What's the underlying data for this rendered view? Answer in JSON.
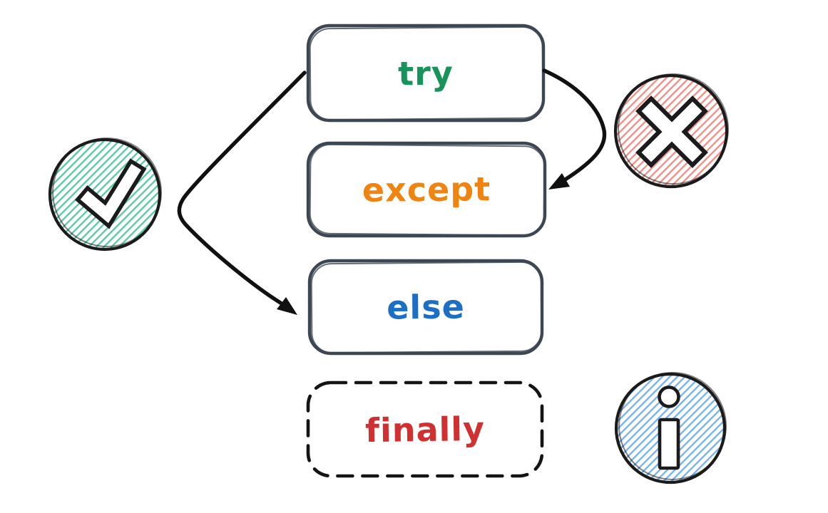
{
  "diagram": {
    "background": "#ffffff",
    "box_stroke_color": "#3d4754",
    "dash_color": "#141414",
    "arrow_color": "#111111",
    "icon_outline_color": "#1b1b1b",
    "glyph_color": "#ffffff",
    "boxes": [
      {
        "label": "try",
        "color": "#18935c",
        "border": "solid"
      },
      {
        "label": "except",
        "color": "#ef8410",
        "border": "solid"
      },
      {
        "label": "else",
        "color": "#1c6fc4",
        "border": "solid"
      },
      {
        "label": "finally",
        "color": "#d03030",
        "border": "dashed"
      }
    ],
    "icons": [
      {
        "name": "check-icon",
        "color": "#56c89e"
      },
      {
        "name": "cross-icon",
        "color": "#f28b82"
      },
      {
        "name": "info-icon",
        "color": "#74b0ee"
      }
    ],
    "arrows": [
      {
        "name": "try-to-else"
      },
      {
        "name": "try-to-except"
      }
    ]
  }
}
